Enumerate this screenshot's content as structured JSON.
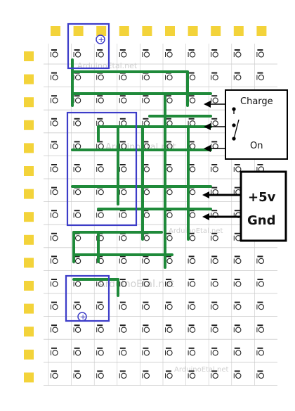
{
  "diagram": {
    "grid": {
      "columns": 10,
      "rows": 15
    },
    "switch_box": {
      "label_top": "Charge",
      "label_bottom": "On"
    },
    "power_box": {
      "label_top": "+5v",
      "label_bottom": "Gnd"
    },
    "polarity_symbol": "+",
    "watermark": "ArduinoEtal.net",
    "colors": {
      "pad": "#f3d33a",
      "trace": "#1f8a3a",
      "component": "#3c3cc8",
      "arrow": "#000000",
      "hole": "#222222",
      "grid_line": "#c9c9c9",
      "watermark": "#d0d0d0"
    }
  }
}
